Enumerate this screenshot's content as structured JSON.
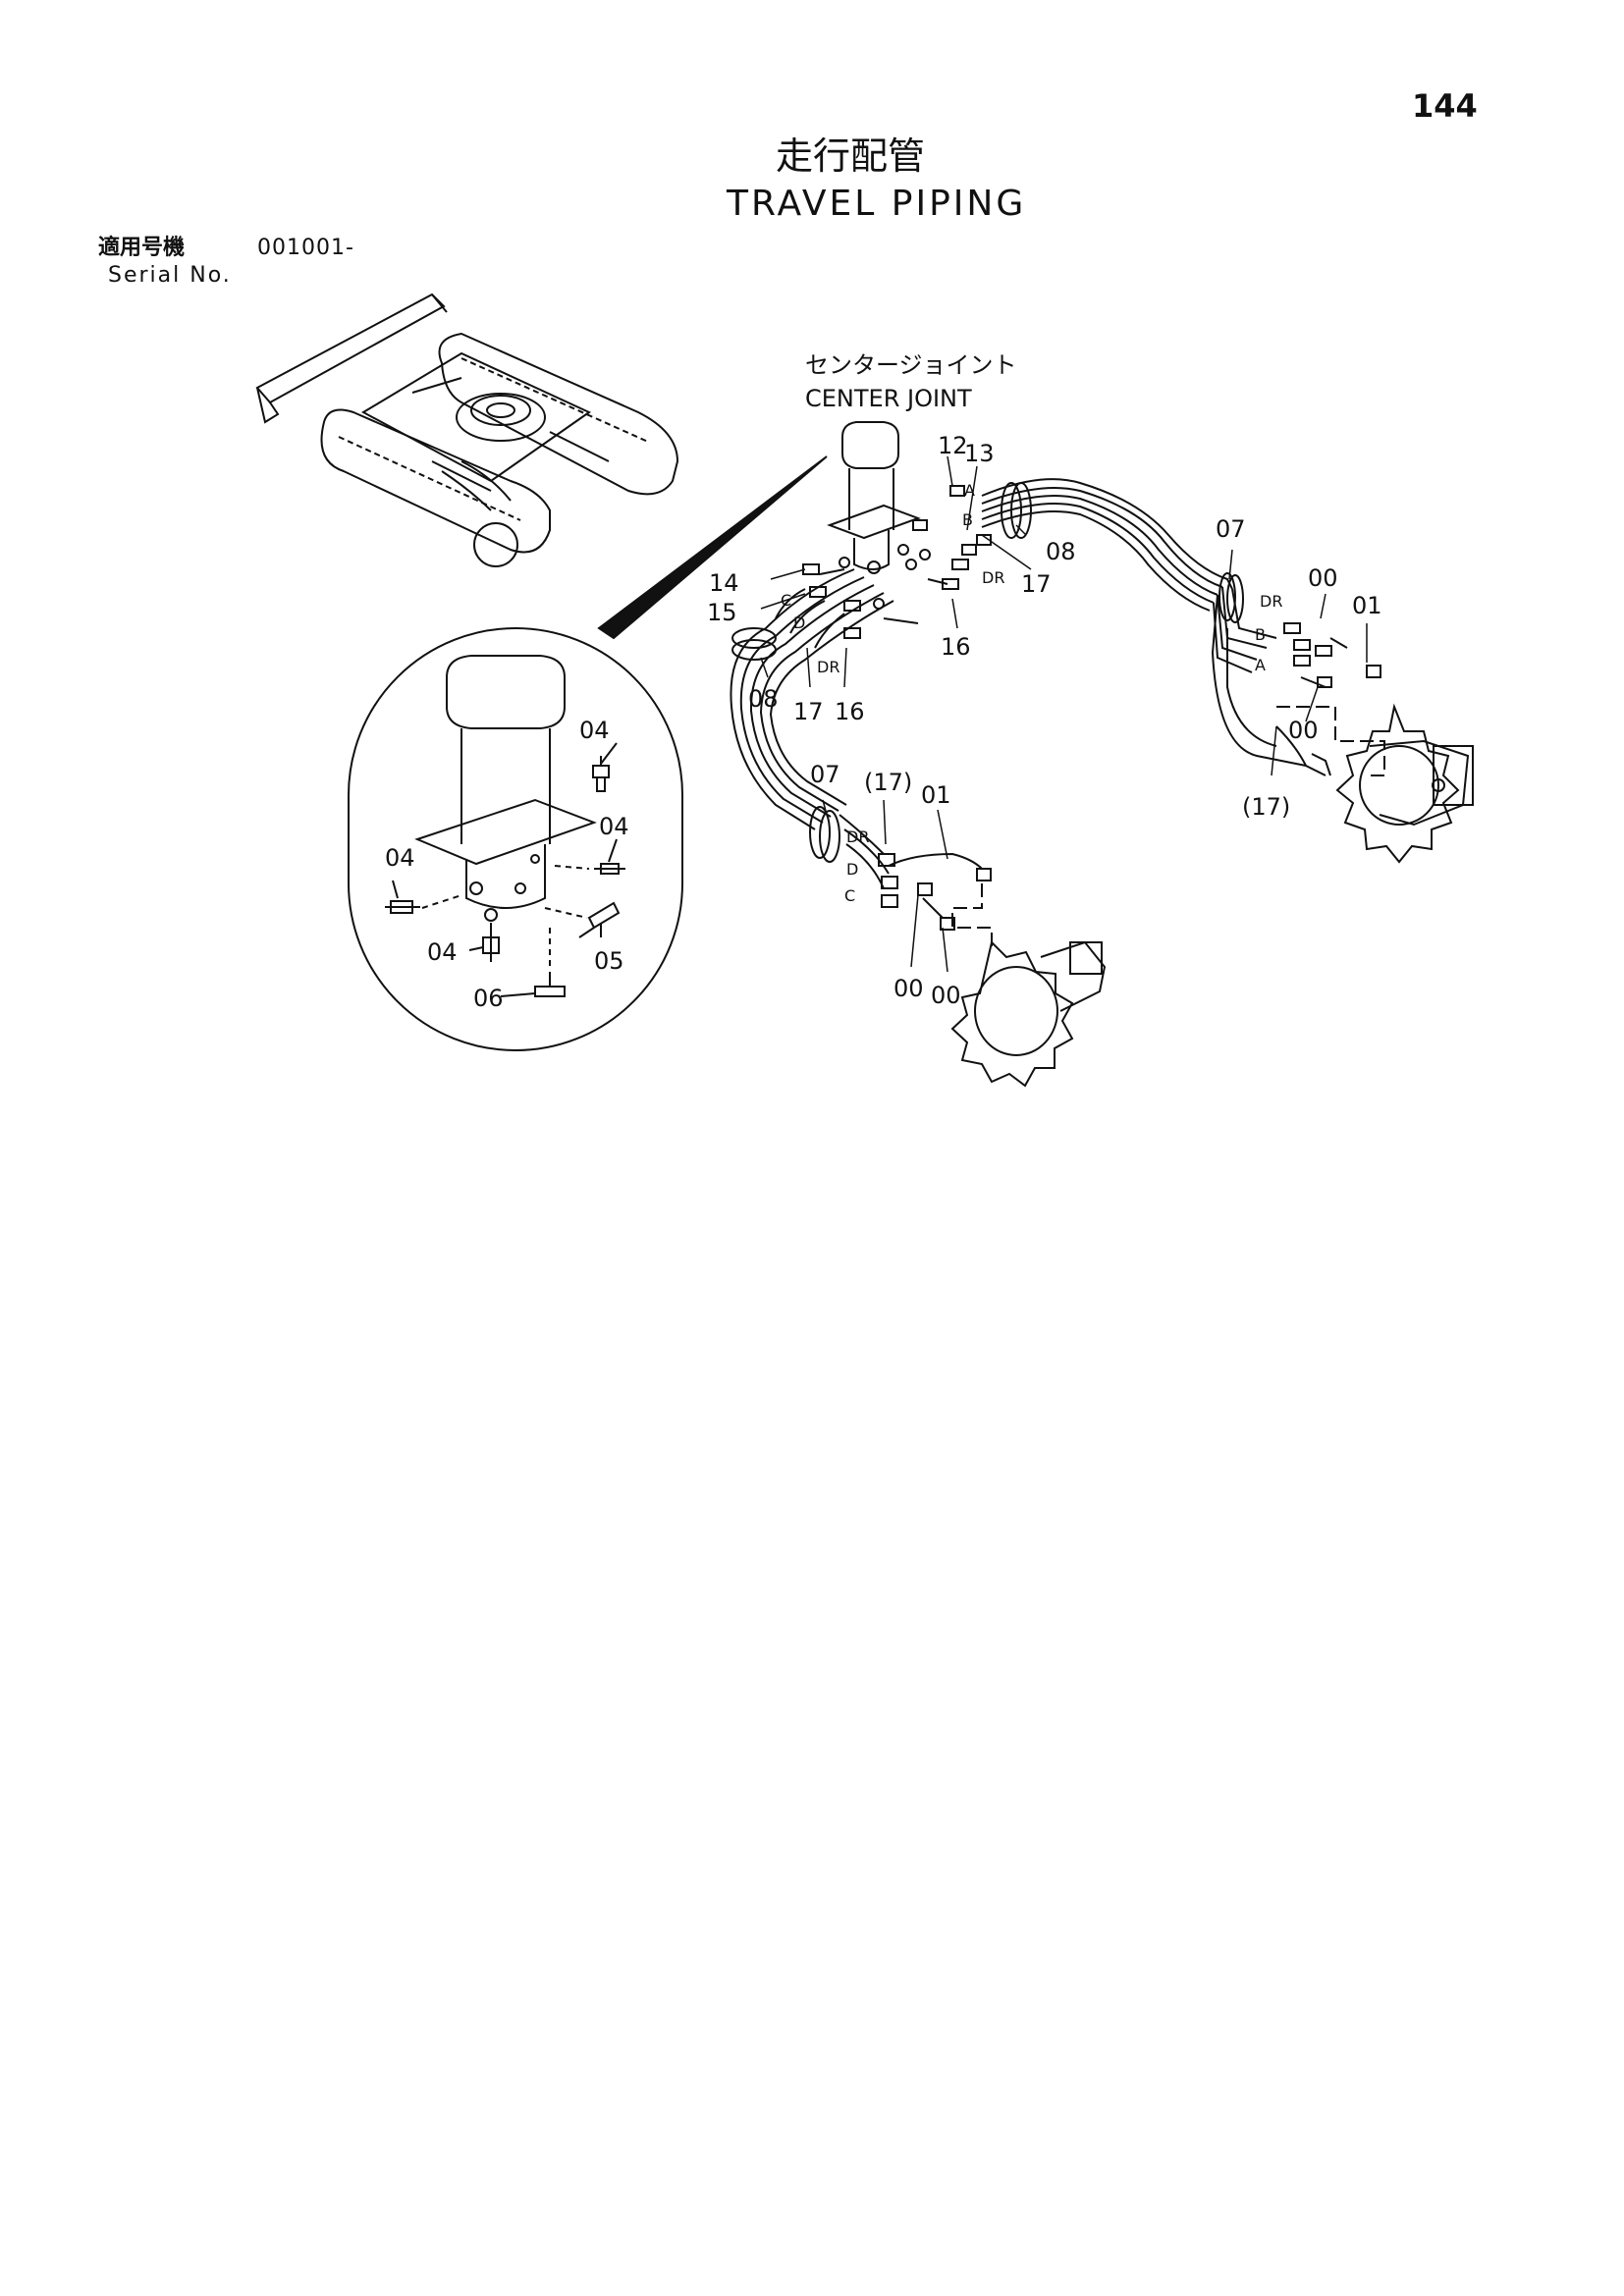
{
  "page_number": "144",
  "title_jp": "走行配管",
  "title_en": "TRAVEL PIPING",
  "serial": {
    "label_jp": "適用号機",
    "value": "001001-",
    "label_en": "Serial No."
  },
  "center_joint": {
    "label_jp": "センタージョイント",
    "label_en": "CENTER JOINT"
  },
  "callouts": {
    "c12": "12",
    "c13": "13",
    "c14": "14",
    "c15": "15",
    "c08a": "08",
    "c08b": "08",
    "c17a": "17",
    "c17b": "17",
    "c16a": "16",
    "c16b": "16",
    "c07a": "07",
    "c07b": "07",
    "c00a": "00",
    "c00b": "00",
    "c00c": "00",
    "c00d": "00",
    "c01a": "01",
    "c01b": "01",
    "c17p1": "(17)",
    "c17p2": "(17)",
    "c04a": "04",
    "c04b": "04",
    "c04c": "04",
    "c04d": "04",
    "c05": "05",
    "c06": "06"
  },
  "port_letters": {
    "A1": "A",
    "B1": "B",
    "C1": "C",
    "D1": "D",
    "DR1": "DR",
    "DR2": "DR",
    "DR3": "DR",
    "B2": "B",
    "A2": "A",
    "DR4": "DR",
    "D2": "D",
    "C2": "C"
  }
}
